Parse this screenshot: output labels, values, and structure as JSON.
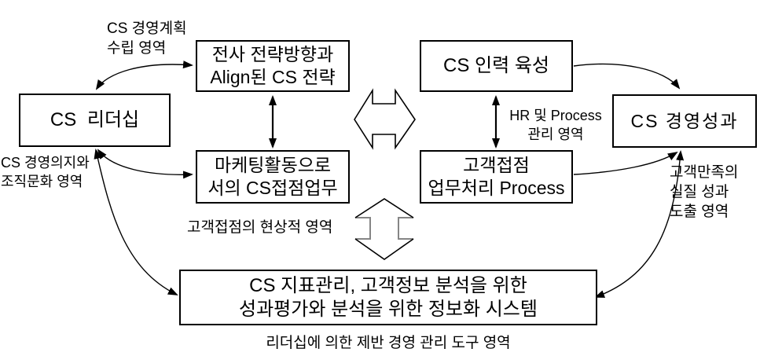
{
  "colors": {
    "background": "#ffffff",
    "line": "#000000",
    "notch_gray": "#858585"
  },
  "boxes": {
    "leadership": {
      "label": "CS 리더십"
    },
    "strategy": {
      "label": "전사 전략방향과\nAlign된 CS 전략"
    },
    "talent": {
      "label": "CS 인력 육성"
    },
    "marketing": {
      "label": "마케팅활동으로\n서의 CS접점업무"
    },
    "process": {
      "label": "고객접점\n업무처리 Process"
    },
    "performance": {
      "label": "CS 경영성과"
    },
    "system": {
      "label": "CS 지표관리, 고객정보 분석을 위한\n성과평가와 분석을 위한 정보화 시스템"
    }
  },
  "area_labels": {
    "planning": {
      "text": "CS 경영계획\n수립 영역"
    },
    "will_culture": {
      "text": "CS 경영의지와\n조직문화 영역"
    },
    "hr_process": {
      "text": "HR 및 Process\n관리 영역"
    },
    "contact": {
      "text": "고객접점의 현상적 영역"
    },
    "satisfaction": {
      "text": "고객만족의\n실질 성과\n도출 영역"
    },
    "tools": {
      "text": "리더십에 의한 제반 경영 관리 도구 영역"
    }
  }
}
